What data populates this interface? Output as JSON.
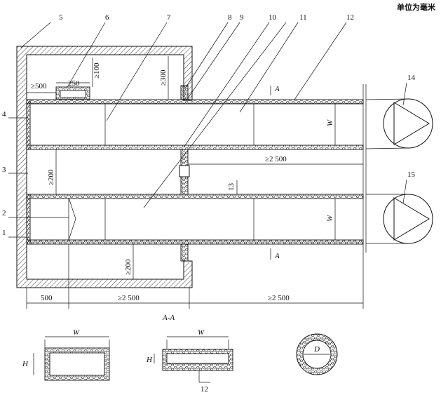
{
  "unit_note": "单位为毫米",
  "callouts": [
    "1",
    "2",
    "3",
    "4",
    "5",
    "6",
    "7",
    "8",
    "9",
    "10",
    "11",
    "12",
    "13",
    "14",
    "15"
  ],
  "dims": {
    "d500_top": "≥500",
    "d250": "250",
    "d100": "≥100",
    "d300": "≥300",
    "d200_mid": "≥200",
    "d2500_mid": "≥2 500",
    "d13": "13",
    "d200_bot": "≥200",
    "d500_bot": "500",
    "d2500_a": "≥2 500",
    "d2500_b": "≥2 500",
    "w1": "W",
    "w2": "W"
  },
  "section": {
    "label": "A-A",
    "a_top": "A",
    "a_bot": "A"
  },
  "details": {
    "rect_w": "W",
    "rect_h": "H",
    "flat_w": "W",
    "flat_h": "H",
    "flat_num": "12",
    "circle_d": "D"
  }
}
